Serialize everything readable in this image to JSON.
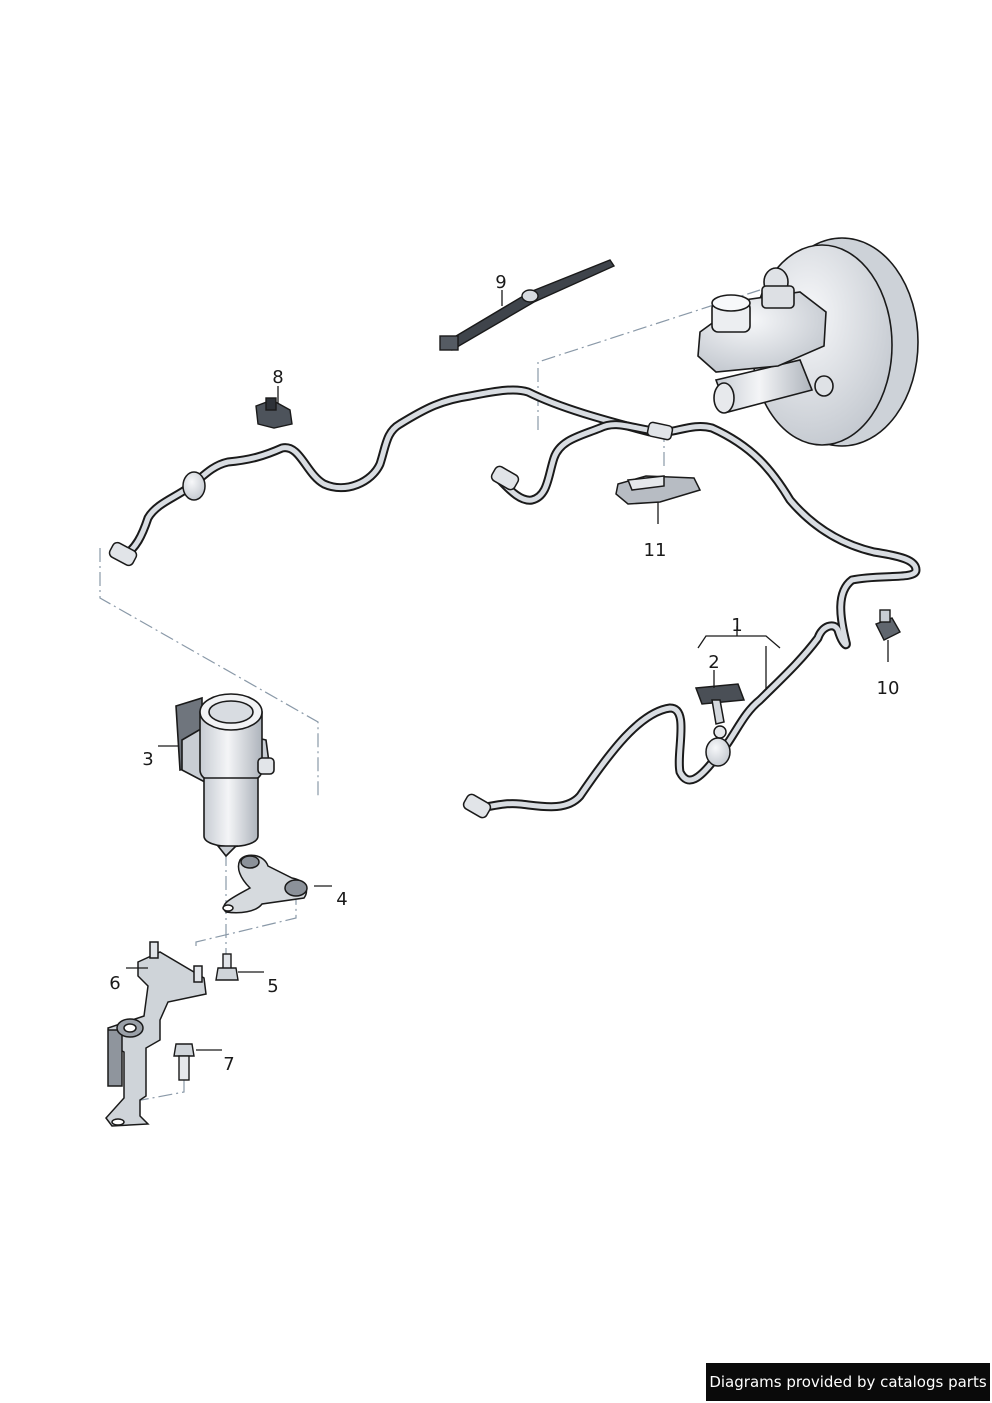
{
  "callouts": [
    {
      "number": "1"
    },
    {
      "number": "2"
    },
    {
      "number": "3"
    },
    {
      "number": "4"
    },
    {
      "number": "5"
    },
    {
      "number": "6"
    },
    {
      "number": "7"
    },
    {
      "number": "8"
    },
    {
      "number": "9"
    },
    {
      "number": "10"
    },
    {
      "number": "11"
    }
  ],
  "footer": {
    "credit": "Diagrams provided by catalogs parts"
  },
  "colors": {
    "line": "#1a1a1a",
    "part_fill": "#e4e6e9",
    "part_shade": "#b9bec5",
    "dash": "#8a99a8",
    "credit_bg": "#0a0a0a"
  }
}
